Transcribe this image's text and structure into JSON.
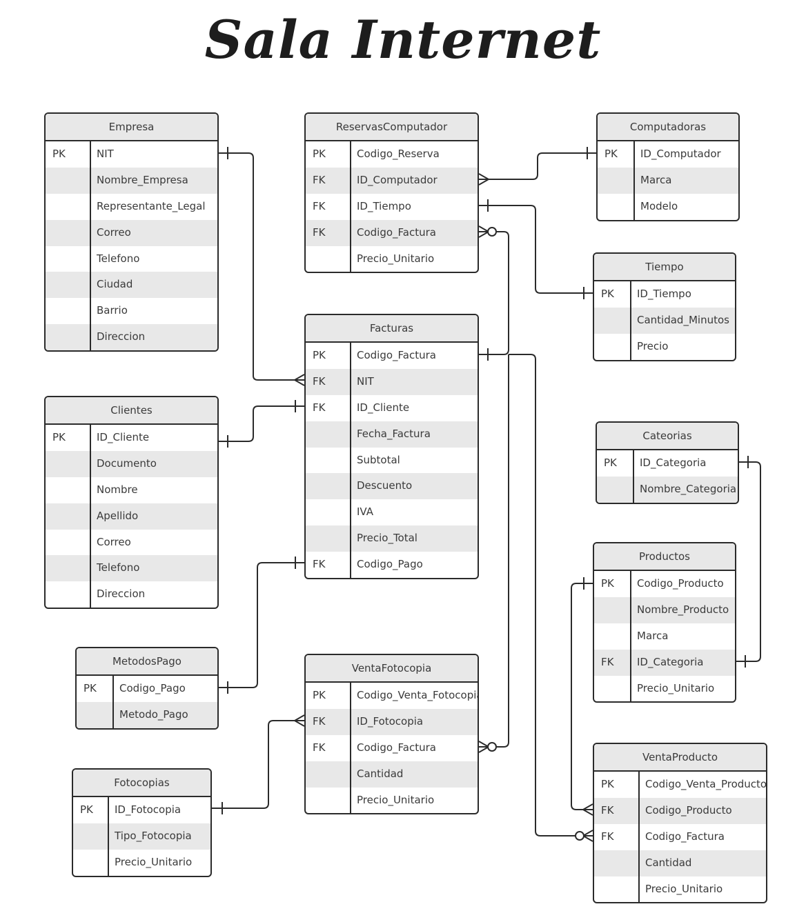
{
  "title": "Sala Internet",
  "entities": [
    {
      "name": "Empresa",
      "rows": [
        [
          "PK",
          "NIT"
        ],
        [
          "",
          "Nombre_Empresa"
        ],
        [
          "",
          "Representante_Legal"
        ],
        [
          "",
          "Correo"
        ],
        [
          "",
          "Telefono"
        ],
        [
          "",
          "Ciudad"
        ],
        [
          "",
          "Barrio"
        ],
        [
          "",
          "Direccion"
        ]
      ]
    },
    {
      "name": "ReservasComputador",
      "rows": [
        [
          "PK",
          "Codigo_Reserva"
        ],
        [
          "FK",
          "ID_Computador"
        ],
        [
          "FK",
          "ID_Tiempo"
        ],
        [
          "FK",
          "Codigo_Factura"
        ],
        [
          "",
          "Precio_Unitario"
        ]
      ]
    },
    {
      "name": "Computadoras",
      "rows": [
        [
          "PK",
          "ID_Computador"
        ],
        [
          "",
          "Marca"
        ],
        [
          "",
          "Modelo"
        ]
      ]
    },
    {
      "name": "Tiempo",
      "rows": [
        [
          "PK",
          "ID_Tiempo"
        ],
        [
          "",
          "Cantidad_Minutos"
        ],
        [
          "",
          "Precio"
        ]
      ]
    },
    {
      "name": "Facturas",
      "rows": [
        [
          "PK",
          "Codigo_Factura"
        ],
        [
          "FK",
          "NIT"
        ],
        [
          "FK",
          "ID_Cliente"
        ],
        [
          "",
          "Fecha_Factura"
        ],
        [
          "",
          "Subtotal"
        ],
        [
          "",
          "Descuento"
        ],
        [
          "",
          "IVA"
        ],
        [
          "",
          "Precio_Total"
        ],
        [
          "FK",
          "Codigo_Pago"
        ]
      ]
    },
    {
      "name": "Clientes",
      "rows": [
        [
          "PK",
          "ID_Cliente"
        ],
        [
          "",
          "Documento"
        ],
        [
          "",
          "Nombre"
        ],
        [
          "",
          "Apellido"
        ],
        [
          "",
          "Correo"
        ],
        [
          "",
          "Telefono"
        ],
        [
          "",
          "Direccion"
        ]
      ]
    },
    {
      "name": "Cateorias",
      "rows": [
        [
          "PK",
          "ID_Categoria"
        ],
        [
          "",
          "Nombre_Categoria"
        ]
      ]
    },
    {
      "name": "Productos",
      "rows": [
        [
          "PK",
          "Codigo_Producto"
        ],
        [
          "",
          "Nombre_Producto"
        ],
        [
          "",
          "Marca"
        ],
        [
          "FK",
          "ID_Categoria"
        ],
        [
          "",
          "Precio_Unitario"
        ]
      ]
    },
    {
      "name": "MetodosPago",
      "rows": [
        [
          "PK",
          "Codigo_Pago"
        ],
        [
          "",
          "Metodo_Pago"
        ]
      ]
    },
    {
      "name": "VentaFotocopia",
      "rows": [
        [
          "PK",
          "Codigo_Venta_Fotocopia"
        ],
        [
          "FK",
          "ID_Fotocopia"
        ],
        [
          "FK",
          "Codigo_Factura"
        ],
        [
          "",
          "Cantidad"
        ],
        [
          "",
          "Precio_Unitario"
        ]
      ]
    },
    {
      "name": "Fotocopias",
      "rows": [
        [
          "PK",
          "ID_Fotocopia"
        ],
        [
          "",
          "Tipo_Fotocopia"
        ],
        [
          "",
          "Precio_Unitario"
        ]
      ]
    },
    {
      "name": "VentaProducto",
      "rows": [
        [
          "PK",
          "Codigo_Venta_Producto"
        ],
        [
          "FK",
          "Codigo_Producto"
        ],
        [
          "FK",
          "Codigo_Factura"
        ],
        [
          "",
          "Cantidad"
        ],
        [
          "",
          "Precio_Unitario"
        ]
      ]
    }
  ]
}
